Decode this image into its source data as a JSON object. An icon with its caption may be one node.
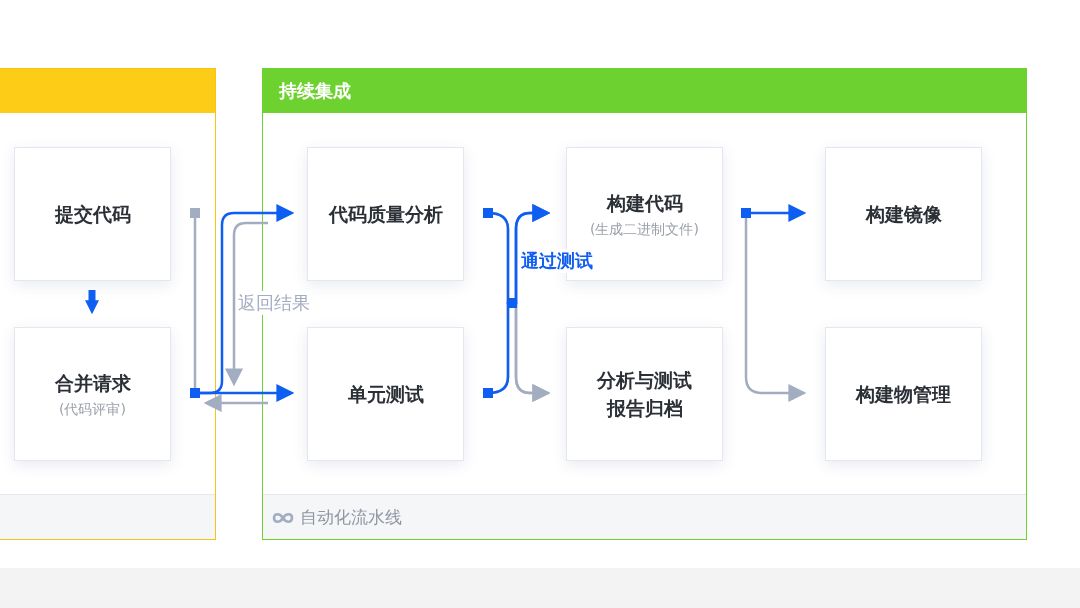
{
  "diagram": {
    "nodes": [
      {
        "text": [],
        "shape": "box"
      },
      {
        "text": [
          "提交代码"
        ],
        "in": 0
      },
      {
        "text": [
          "合并请求",
          "(代码评审)"
        ],
        "in": 0
      },
      {
        "text": [
          "持续集成",
          "自动化流水线"
        ]
      },
      {
        "text": [
          "代码质量分析"
        ],
        "in": 3
      },
      {
        "text": [
          "单元测试"
        ],
        "in": 3
      },
      {
        "text": [
          "构建代码",
          "(生成二进制文件)"
        ],
        "in": 3
      },
      {
        "text": [
          "分析与测试报告归档"
        ],
        "in": 3
      },
      {
        "text": [
          "构建镜像"
        ],
        "in": 3
      },
      {
        "text": [
          "构建物管理"
        ],
        "in": 3
      }
    ],
    "edges": [
      {
        "from": 1,
        "to": 2,
        "arrow": "to",
        "style": "thick",
        "color": "#0f5ef2"
      },
      {
        "from": 1,
        "to": 2,
        "arrow": "other",
        "color": "#a3adc2"
      },
      {
        "from": 2,
        "to": 4,
        "arrow": "to",
        "color": "#0f5ef2"
      },
      {
        "from": 2,
        "to": 5,
        "arrow": "to",
        "color": "#0f5ef2"
      },
      {
        "from": 4,
        "to": 2,
        "arrow": "to",
        "label": "返回结果",
        "color": "#a3adc2"
      },
      {
        "from": 5,
        "to": 2,
        "arrow": "to",
        "color": "#a3adc2"
      },
      {
        "from": 4,
        "to": 6,
        "arrow": "to",
        "label": "通过测试",
        "color": "#0f5ef2"
      },
      {
        "from": 5,
        "to": 6,
        "arrow": "to",
        "color": "#0f5ef2"
      },
      {
        "from": 4,
        "to": 7,
        "arrow": "to",
        "color": "#a3adc2"
      },
      {
        "from": 5,
        "to": 7,
        "arrow": "to",
        "color": "#a3adc2"
      },
      {
        "from": 6,
        "to": 8,
        "arrow": "to",
        "color": "#0f5ef2"
      },
      {
        "from": 6,
        "to": 9,
        "arrow": "to",
        "color": "#a3adc2"
      }
    ]
  }
}
